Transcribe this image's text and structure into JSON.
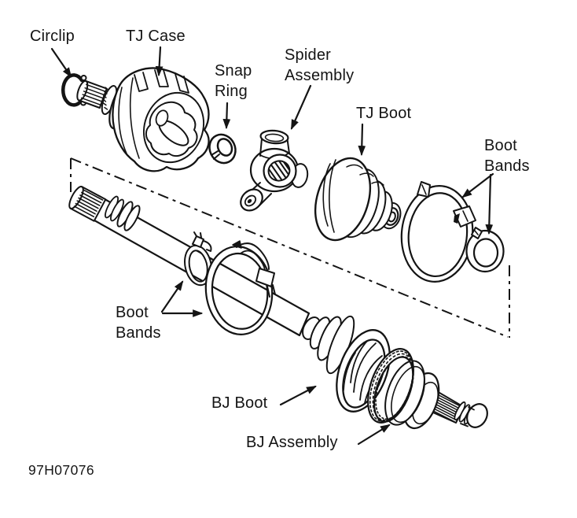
{
  "figure_code": "97H07076",
  "colors": {
    "line": "#141414",
    "background": "#ffffff"
  },
  "callouts": {
    "circlip": {
      "label": "Circlip"
    },
    "tj_case": {
      "label": "TJ Case"
    },
    "snap_ring": {
      "line1": "Snap",
      "line2": "Ring"
    },
    "spider_assembly": {
      "line1": "Spider",
      "line2": "Assembly"
    },
    "tj_boot": {
      "label": "TJ Boot"
    },
    "boot_bands_right": {
      "line1": "Boot",
      "line2": "Bands"
    },
    "boot_bands_left": {
      "line1": "Boot",
      "line2": "Bands"
    },
    "bj_boot": {
      "label": "BJ Boot"
    },
    "bj_assembly": {
      "label": "BJ Assembly"
    }
  }
}
